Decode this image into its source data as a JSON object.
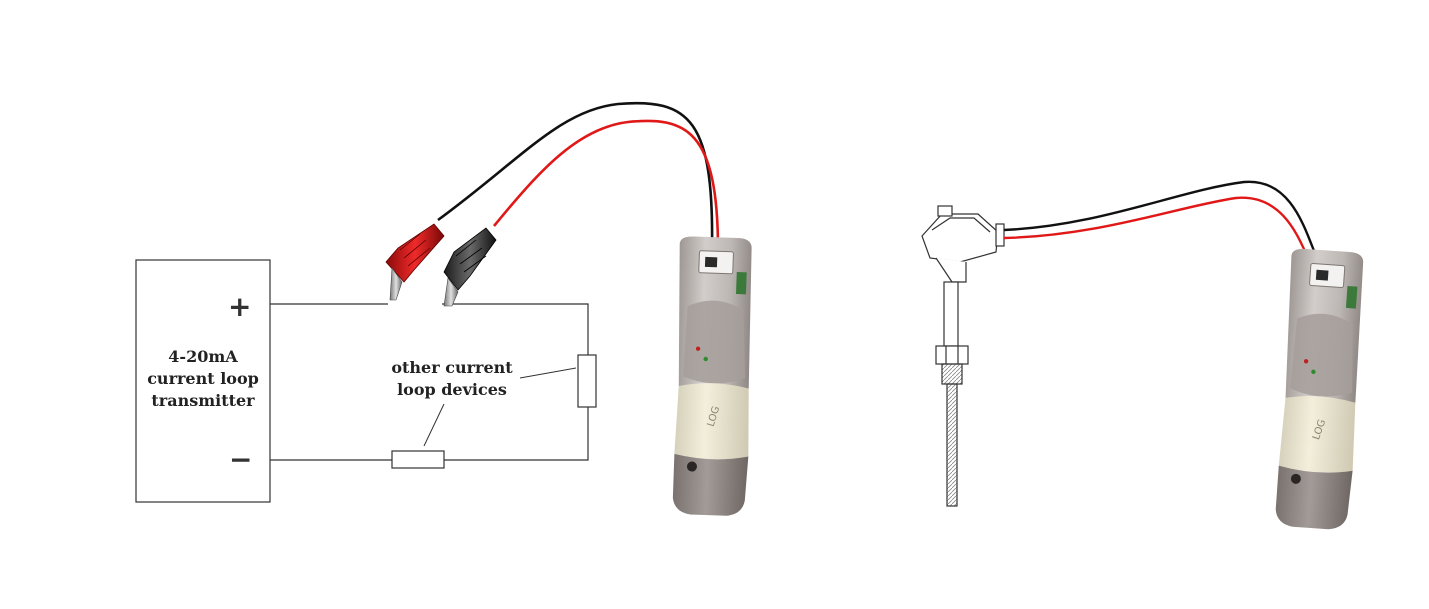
{
  "transmitter": {
    "label_lines": [
      "4-20mA",
      "current loop",
      "transmitter"
    ],
    "plus": "+",
    "minus": "−"
  },
  "loop_devices": {
    "label_lines": [
      "other current",
      "loop devices"
    ]
  },
  "colors": {
    "red_wire": "#e01818",
    "black_wire": "#111111",
    "logger_gray": "#b9b3b0",
    "logger_cream": "#ece7d2",
    "logger_cap": "#8a817d"
  }
}
